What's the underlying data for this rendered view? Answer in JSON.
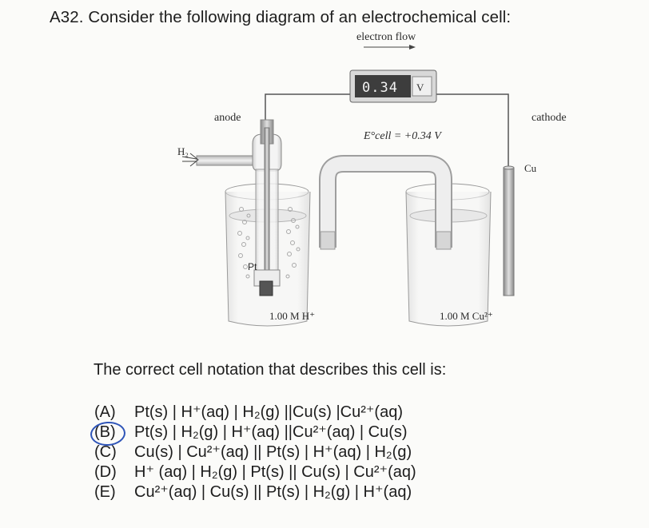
{
  "question": "A32. Consider the following diagram of an electrochemical cell:",
  "diagram": {
    "electron_flow": "electron flow",
    "voltmeter_reading": "0.34",
    "voltmeter_unit": "V",
    "anode": "anode",
    "cathode": "cathode",
    "h2_inlet": "H₂",
    "ecell": "E°cell = +0.34 V",
    "cu_electrode": "Cu",
    "pt_electrode": "Pt",
    "left_solution": "1.00 M H⁺",
    "right_solution": "1.00 M Cu²⁺"
  },
  "prompt": "The correct cell notation that describes this cell is:",
  "choices": [
    {
      "letter": "(A)",
      "text": "Pt(s) | H⁺(aq) | H₂(g) ||Cu(s) |Cu²⁺(aq)"
    },
    {
      "letter": "(B)",
      "text": "Pt(s) | H₂(g) | H⁺(aq) ||Cu²⁺(aq) | Cu(s)"
    },
    {
      "letter": "(C)",
      "text": "Cu(s) | Cu²⁺(aq) || Pt(s) | H⁺(aq) | H₂(g)"
    },
    {
      "letter": "(D)",
      "text": "H⁺ (aq) | H₂(g) | Pt(s) || Cu(s) | Cu²⁺(aq)"
    },
    {
      "letter": "(E)",
      "text": "Cu²⁺(aq) | Cu(s) || Pt(s) | H₂(g) | H⁺(aq)"
    }
  ],
  "selected_choice": "(B)",
  "colors": {
    "annotation_circle": "#2f55b8",
    "meter_display": "#3d3d3d"
  }
}
